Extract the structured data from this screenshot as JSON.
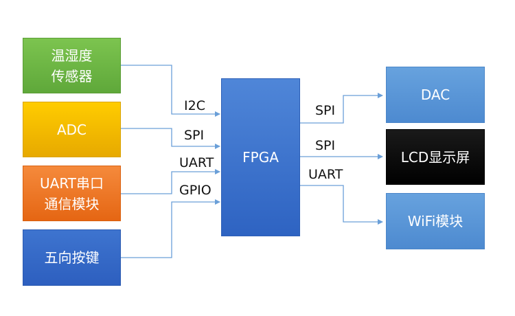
{
  "inputs": {
    "temp_humidity": {
      "line1": "温湿度",
      "line2": "传感器"
    },
    "adc": "ADC",
    "uart_serial": {
      "line1": "UART串口",
      "line2": "通信模块"
    },
    "keypad": "五向按键"
  },
  "center": "FPGA",
  "outputs": {
    "dac": "DAC",
    "lcd": "LCD显示屏",
    "wifi": "WiFi模块"
  },
  "links_in": {
    "i2c": "I2C",
    "spi": "SPI",
    "uart": "UART",
    "gpio": "GPIO"
  },
  "links_out": {
    "spi_dac": "SPI",
    "spi_lcd": "SPI",
    "uart_wifi": "UART"
  },
  "colors": {
    "green": "#6ab544",
    "yellow": "#f5b800",
    "orange": "#ee7a25",
    "blue": "#3369c8",
    "light_blue": "#5b97d8",
    "black": "#000000",
    "connector": "#6a9fd8"
  }
}
